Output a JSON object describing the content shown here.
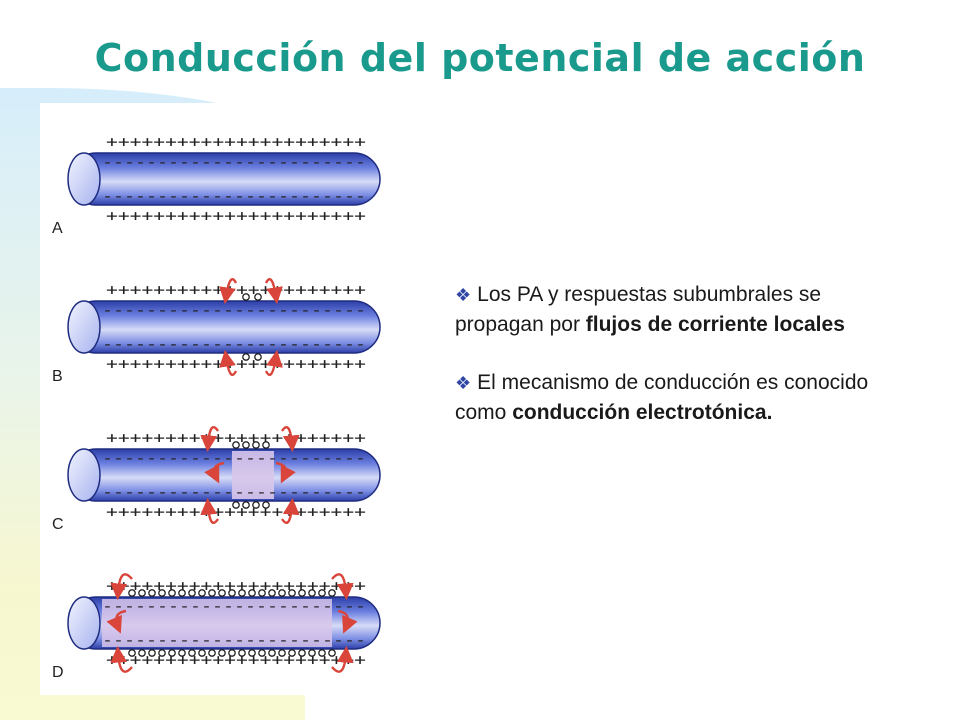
{
  "title": "Conducción del potencial de acción",
  "panels": [
    {
      "label": "A"
    },
    {
      "label": "B"
    },
    {
      "label": "C"
    },
    {
      "label": "D"
    }
  ],
  "bullets": [
    {
      "text1": "Los PA y respuestas subumbrales se propagan  por ",
      "bold": "flujos de corriente locales",
      "text2": ""
    },
    {
      "text1": "El mecanismo de conducción es conocido como ",
      "bold": "conducción electrotónica.",
      "text2": ""
    }
  ],
  "colors": {
    "title": "#1a9a8c",
    "axon": "#4a5fd6",
    "arrow": "#d9453a",
    "bullet_marker": "#2f46a5"
  },
  "icons": {
    "bullet_marker": "diamond-bullet-icon",
    "current_arrow": "curved-arrow-icon"
  }
}
